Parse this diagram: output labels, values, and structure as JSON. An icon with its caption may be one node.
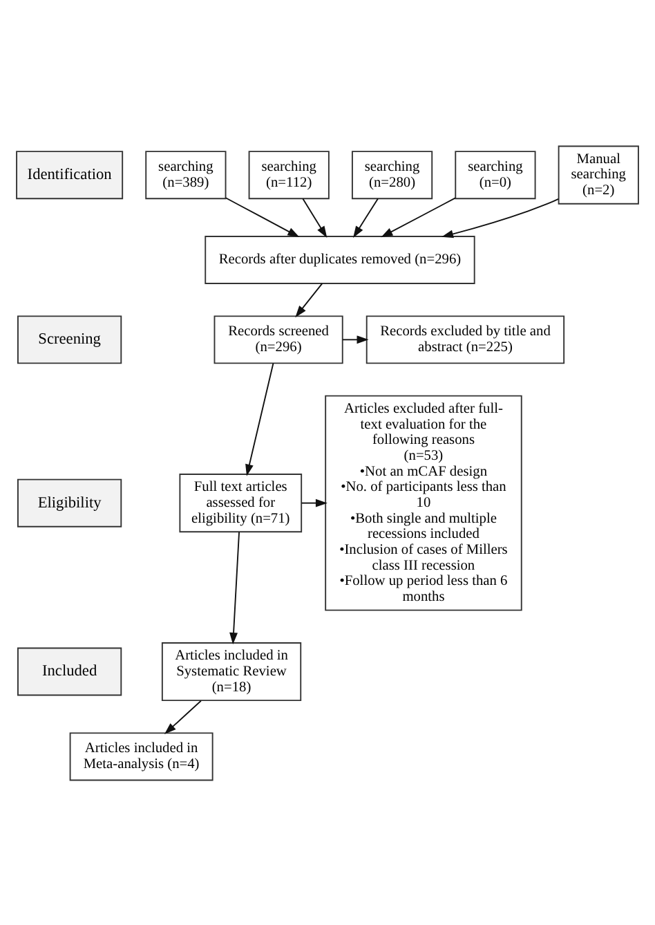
{
  "diagram": {
    "nodes": [
      {
        "text": [
          "Identification"
        ]
      },
      {
        "text": [
          "Screening"
        ]
      },
      {
        "text": [
          "Eligibility"
        ]
      },
      {
        "text": [
          "Included"
        ]
      },
      {
        "text": [
          "searching (n=389)"
        ]
      },
      {
        "text": [
          "searching (n=112)"
        ]
      },
      {
        "text": [
          "searching (n=280)"
        ]
      },
      {
        "text": [
          "searching (n=0)"
        ]
      },
      {
        "text": [
          "Manual searching (n=2)"
        ]
      },
      {
        "text": [
          "Records after duplicates removed (n=296)"
        ]
      },
      {
        "text": [
          "Records screened (n=296)"
        ]
      },
      {
        "text": [
          "Records excluded by title and abstract (n=225)"
        ]
      },
      {
        "text": [
          "Full text articles assessed for eligibility (n=71)"
        ]
      },
      {
        "text": [
          "Articles excluded after full-text evaluation for the following reasons",
          "(n=53)",
          "•Not an mCAF design",
          "•No. of participants less than 10",
          "•Both single and multiple recessions included",
          "•Inclusion of cases of Millers class III recession",
          "•Follow up period less than 6 months"
        ]
      },
      {
        "text": [
          "Articles included in Systematic Review (n=18)"
        ]
      },
      {
        "text": [
          "Articles included in Meta-analysis (n=4)"
        ]
      }
    ],
    "edges": [
      {
        "from": 4,
        "to": 9,
        "arrow": "to"
      },
      {
        "from": 5,
        "to": 9,
        "arrow": "to"
      },
      {
        "from": 6,
        "to": 9,
        "arrow": "to"
      },
      {
        "from": 7,
        "to": 9,
        "arrow": "to"
      },
      {
        "from": 8,
        "to": 9,
        "arrow": "to"
      },
      {
        "from": 9,
        "to": 10,
        "arrow": "to"
      },
      {
        "from": 10,
        "to": 11,
        "arrow": "to"
      },
      {
        "from": 10,
        "to": 12,
        "arrow": "to"
      },
      {
        "from": 12,
        "to": 13,
        "arrow": "to"
      },
      {
        "from": 12,
        "to": 14,
        "arrow": "to"
      },
      {
        "from": 14,
        "to": 15,
        "arrow": "to"
      }
    ]
  }
}
